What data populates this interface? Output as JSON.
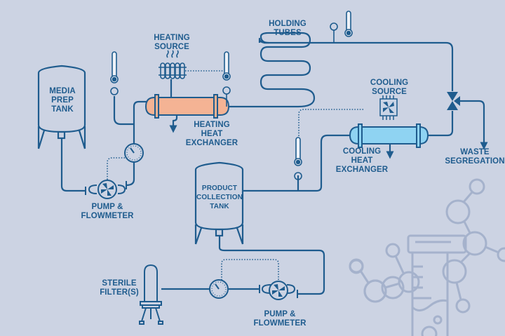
{
  "diagram": {
    "title": "Bioprocess flow diagram",
    "colors": {
      "background": "#ccd3e3",
      "line": "#1f5c8e",
      "heating_fill": "#f4b394",
      "cooling_fill": "#8fd3f2",
      "decor": "#a5b2cc"
    },
    "labels": {
      "media_prep_tank": [
        "MEDIA",
        "PREP",
        "TANK"
      ],
      "heating_source": [
        "HEATING",
        "SOURCE"
      ],
      "heating_heat_exchanger": [
        "HEATING",
        "HEAT",
        "EXCHANGER"
      ],
      "holding_tubes": [
        "HOLDING",
        "TUBES"
      ],
      "cooling_source": [
        "COOLING",
        "SOURCE"
      ],
      "cooling_heat_exchanger": [
        "COOLING",
        "HEAT",
        "EXCHANGER"
      ],
      "waste_segregation": [
        "WASTE",
        "SEGREGATION"
      ],
      "product_collection_tank": [
        "PRODUCT",
        "COLLECTION",
        "TANK"
      ],
      "pump_flowmeter_1": [
        "PUMP &",
        "FLOWMETER"
      ],
      "pump_flowmeter_2": [
        "PUMP &",
        "FLOWMETER"
      ],
      "sterile_filters": [
        "STERILE",
        "FILTER(S)"
      ]
    },
    "icons": [
      "tank-icon",
      "pump-icon",
      "gauge-icon",
      "thermometer-icon",
      "radiator-icon",
      "heat-exchanger-icon",
      "holding-tubes-icon",
      "cooling-fan-icon",
      "valve-icon",
      "sterile-filter-icon",
      "test-tube-icon",
      "molecule-icon"
    ]
  }
}
